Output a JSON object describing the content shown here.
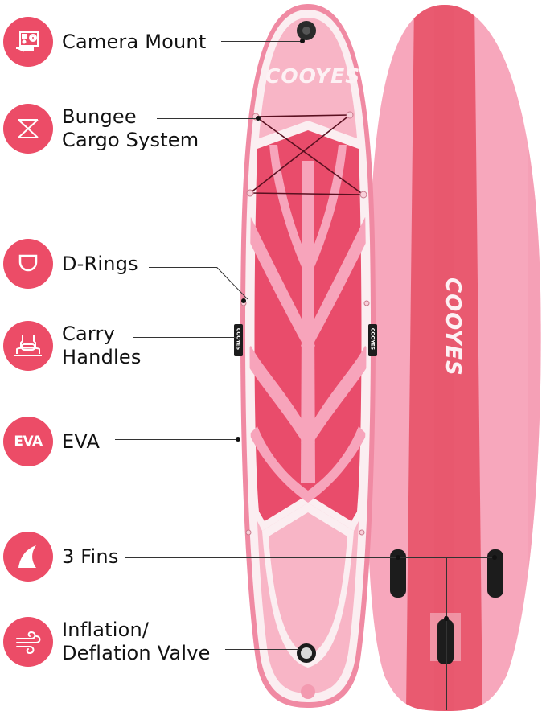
{
  "features": [
    {
      "id": "camera-mount",
      "icon": "camera-icon",
      "lines": [
        "Camera Mount"
      ]
    },
    {
      "id": "bungee",
      "icon": "bungee-cross-icon",
      "lines": [
        "Bungee",
        "Cargo System"
      ]
    },
    {
      "id": "d-rings",
      "icon": "d-ring-icon",
      "lines": [
        "D-Rings"
      ]
    },
    {
      "id": "carry-handles",
      "icon": "carry-handle-icon",
      "lines": [
        "Carry",
        "Handles"
      ]
    },
    {
      "id": "eva",
      "icon": "eva-icon",
      "icon_text": "EVA",
      "lines": [
        "EVA"
      ]
    },
    {
      "id": "fins",
      "icon": "fin-icon",
      "lines": [
        "3 Fins"
      ]
    },
    {
      "id": "valve",
      "icon": "wind-icon",
      "lines": [
        "Inflation/",
        "Deflation Valve"
      ]
    }
  ],
  "brand": {
    "logo_text": "COOYES",
    "handle_text": "COOYES"
  },
  "colors": {
    "accent": "#ec4c67",
    "board_light": "#f7a8bd",
    "board_mid": "#f3809c",
    "board_dark": "#e84d6c",
    "rail_white": "#fbeef1",
    "stripe": "#e8566b"
  }
}
